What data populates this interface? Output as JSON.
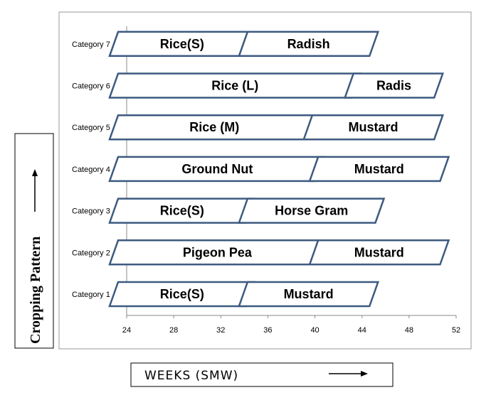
{
  "chart_data": {
    "type": "bar",
    "orientation": "horizontal",
    "xlabel": "WEEKS (SMW)",
    "ylabel": "Cropping Pattern",
    "xlim": [
      24,
      52
    ],
    "x_ticks": [
      24,
      28,
      32,
      36,
      40,
      44,
      48,
      52
    ],
    "grid": false,
    "categories": [
      "Category 1",
      "Category 2",
      "Category 3",
      "Category 4",
      "Category 5",
      "Category 6",
      "Category 7"
    ],
    "crops": [
      {
        "category": "Category 1",
        "label": "Rice(S)",
        "start": 24,
        "end": 34.5
      },
      {
        "category": "Category 1",
        "label": "Mustard",
        "start": 35,
        "end": 45
      },
      {
        "category": "Category 2",
        "label": "Pigeon Pea",
        "start": 24,
        "end": 40.5
      },
      {
        "category": "Category 2",
        "label": "Mustard",
        "start": 41,
        "end": 51
      },
      {
        "category": "Category 3",
        "label": "Rice(S)",
        "start": 24,
        "end": 34.5
      },
      {
        "category": "Category 3",
        "label": "Horse Gram",
        "start": 35,
        "end": 45.5
      },
      {
        "category": "Category 4",
        "label": "Ground Nut",
        "start": 24,
        "end": 40.5
      },
      {
        "category": "Category 4",
        "label": "Mustard",
        "start": 41,
        "end": 51
      },
      {
        "category": "Category 5",
        "label": "Rice (M)",
        "start": 24,
        "end": 40
      },
      {
        "category": "Category 5",
        "label": "Mustard",
        "start": 40.5,
        "end": 50.5
      },
      {
        "category": "Category 6",
        "label": "Rice (L)",
        "start": 24,
        "end": 43.5
      },
      {
        "category": "Category 6",
        "label": "Radis",
        "start": 44,
        "end": 50.5
      },
      {
        "category": "Category 7",
        "label": "Rice(S)",
        "start": 24,
        "end": 34.5
      },
      {
        "category": "Category 7",
        "label": "Radish",
        "start": 35,
        "end": 45
      }
    ],
    "bar_fill": "#ffffff",
    "bar_stroke": "#3d5a80"
  }
}
